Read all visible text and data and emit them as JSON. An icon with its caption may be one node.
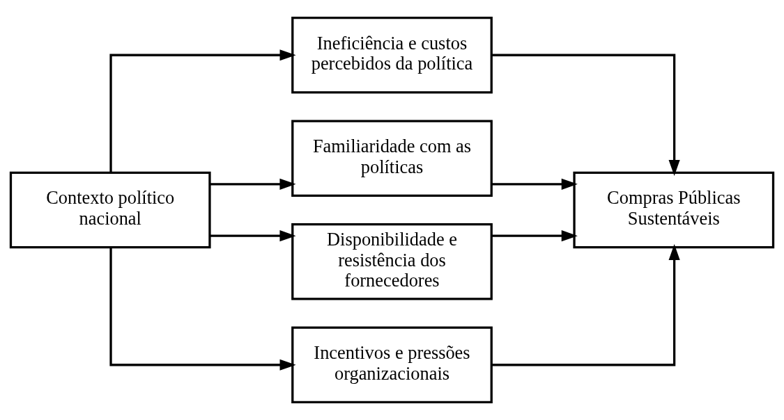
{
  "diagram": {
    "nodes": [
      {
        "text": [
          "Contexto político nacional"
        ]
      },
      {
        "text": [
          "Ineficiência e custos percebidos da política"
        ]
      },
      {
        "text": [
          "Familiaridade com as políticas"
        ]
      },
      {
        "text": [
          "Disponibilidade e resistência dos fornecedores"
        ]
      },
      {
        "text": [
          "Incentivos e pressões organizacionais"
        ]
      },
      {
        "text": [
          "Compras Públicas Sustentáveis"
        ]
      }
    ],
    "edges": [
      {
        "from": 0,
        "to": 1,
        "arrow": "to"
      },
      {
        "from": 0,
        "to": 2,
        "arrow": "to"
      },
      {
        "from": 0,
        "to": 3,
        "arrow": "to"
      },
      {
        "from": 0,
        "to": 4,
        "arrow": "to"
      },
      {
        "from": 1,
        "to": 5,
        "arrow": "to"
      },
      {
        "from": 2,
        "to": 5,
        "arrow": "to"
      },
      {
        "from": 3,
        "to": 5,
        "arrow": "to"
      },
      {
        "from": 4,
        "to": 5,
        "arrow": "to"
      }
    ]
  }
}
